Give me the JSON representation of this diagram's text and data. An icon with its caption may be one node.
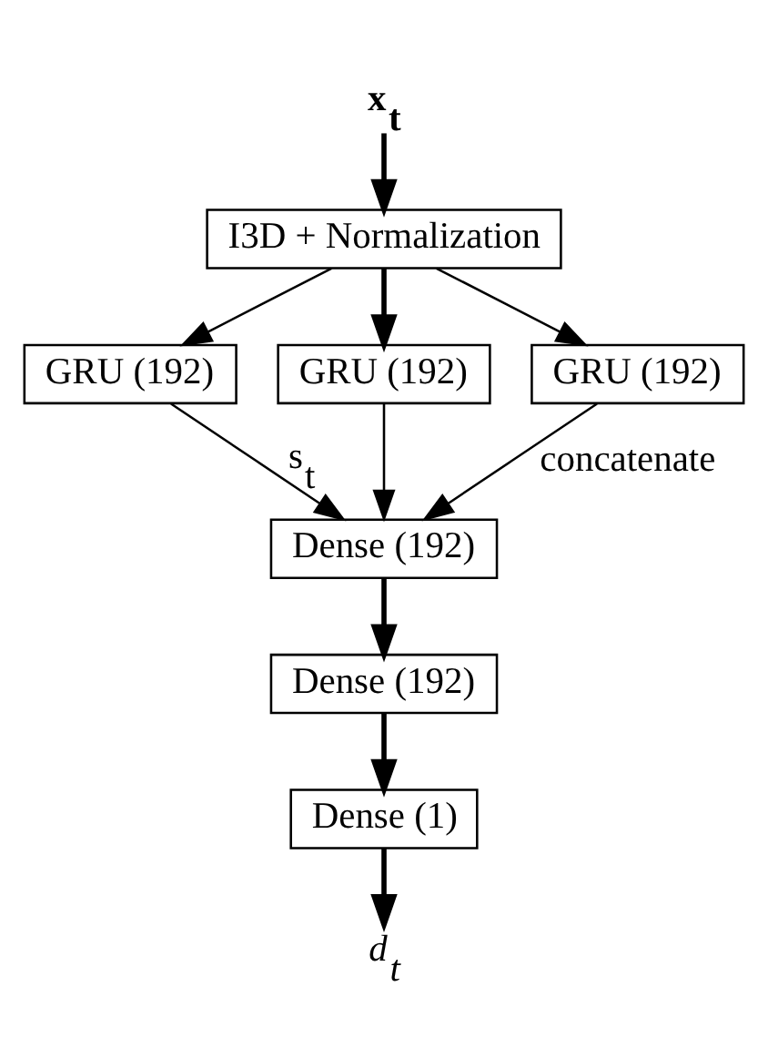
{
  "diagram": {
    "nodes": [
      {
        "text": [
          "x$_{t}$"
        ]
      },
      {
        "text": [
          "I3D + Normalization"
        ]
      },
      {
        "text": [
          "GRU (192)"
        ]
      },
      {
        "text": [
          "GRU (192)"
        ]
      },
      {
        "text": [
          "GRU (192)"
        ]
      },
      {
        "text": [
          "Dense (192)"
        ]
      },
      {
        "text": [
          "Dense (192)"
        ]
      },
      {
        "text": [
          "Dense (1)"
        ]
      },
      {
        "text": [
          "d$_{t}$"
        ]
      }
    ],
    "edges": [
      {
        "from": 0,
        "to": 1,
        "arrow": "to",
        "style": "thick"
      },
      {
        "from": 1,
        "to": 2,
        "arrow": "to"
      },
      {
        "from": 1,
        "to": 3,
        "arrow": "to",
        "style": "thick"
      },
      {
        "from": 1,
        "to": 4,
        "arrow": "to"
      },
      {
        "from": 2,
        "to": 5,
        "arrow": "to",
        "label": "s$_{t}$"
      },
      {
        "from": 3,
        "to": 5,
        "arrow": "to"
      },
      {
        "from": 4,
        "to": 5,
        "arrow": "to",
        "label": "concatenate"
      },
      {
        "from": 5,
        "to": 6,
        "arrow": "to",
        "style": "thick"
      },
      {
        "from": 6,
        "to": 7,
        "arrow": "to",
        "style": "thick"
      },
      {
        "from": 7,
        "to": 8,
        "arrow": "to",
        "style": "thick"
      }
    ]
  }
}
